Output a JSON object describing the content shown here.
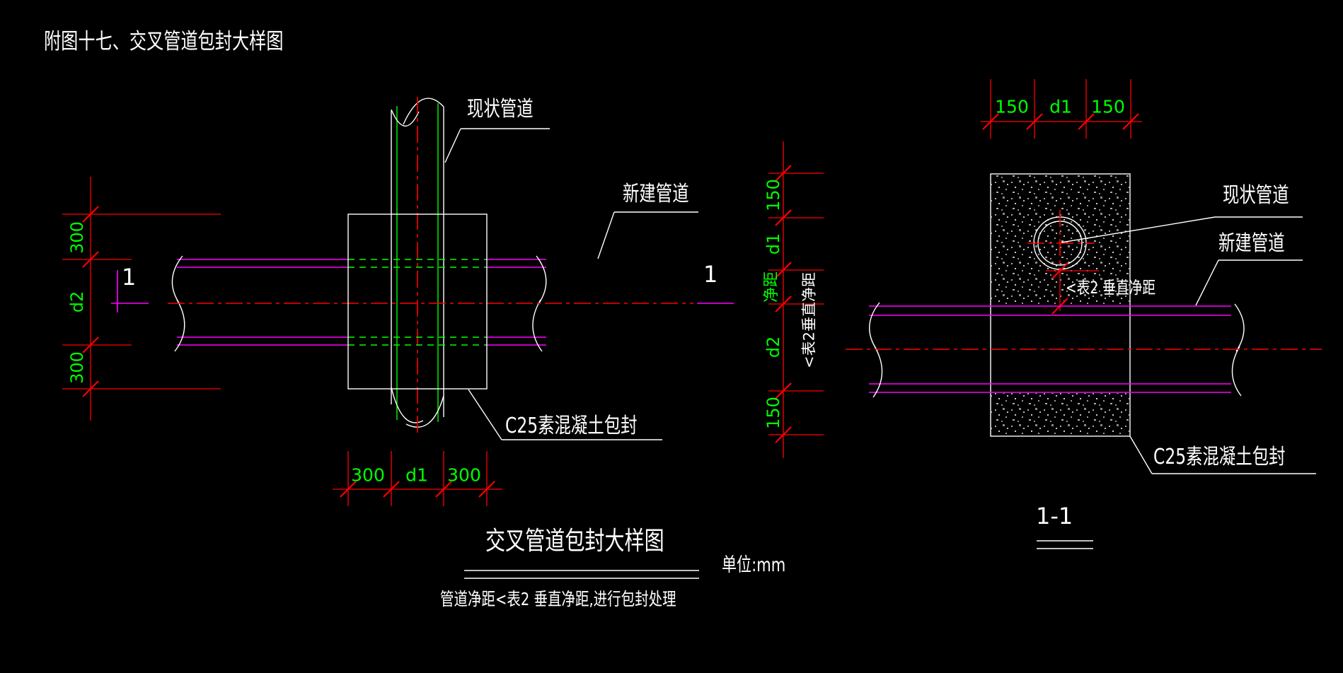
{
  "title": "附图十七、交叉管道包封大样图",
  "plan": {
    "existing_pipe": "现状管道",
    "new_pipe": "新建管道",
    "encasement": "C25素混凝土包封",
    "marker_left": "1",
    "marker_right": "1",
    "dim_left_top": "300",
    "dim_left_mid": "d2",
    "dim_left_bottom": "300",
    "dim_bottom_left": "300",
    "dim_bottom_mid": "d1",
    "dim_bottom_right": "300"
  },
  "section": {
    "existing_pipe": "现状管道",
    "new_pipe": "新建管道",
    "encasement": "C25素混凝土包封",
    "clearance_label": "<表2 垂直净距",
    "clearance_label_vertical": "<表2垂直净距",
    "dim_top_left": "150",
    "dim_top_mid": "d1",
    "dim_top_right": "150",
    "dim_left_1": "150",
    "dim_left_2": "d1",
    "dim_left_3": "净距",
    "dim_left_4": "d2",
    "dim_left_5": "150",
    "view_title": "1-1"
  },
  "footer": {
    "drawing_title": "交叉管道包封大样图",
    "unit": "单位:mm",
    "note": "管道净距<表2 垂直净距,进行包封处理"
  },
  "colors": {
    "background": "#000000",
    "line": "#FFFFFF",
    "dimension_text": "#00FF00",
    "dimension_line": "#FF0000",
    "centerline": "#FF0000",
    "new_pipe_line": "#FF00FF",
    "concrete_hatch": "#9E9E9E"
  }
}
